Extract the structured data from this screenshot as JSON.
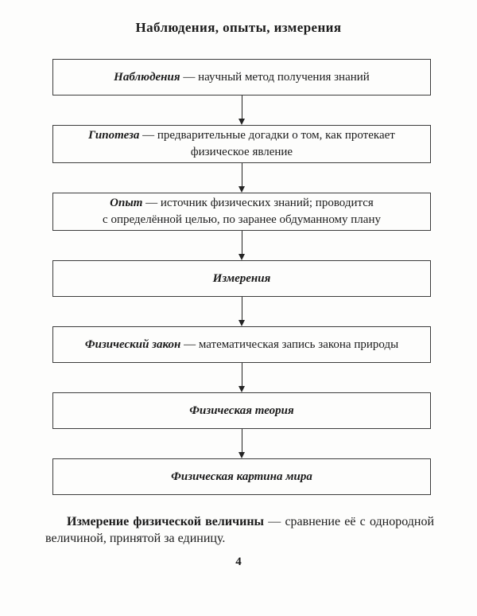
{
  "page": {
    "title": "Наблюдения, опыты, измерения",
    "page_number": "4"
  },
  "flowchart": {
    "boxes": [
      {
        "term": "Наблюдения",
        "definition": "— научный метод получения знаний"
      },
      {
        "term": "Гипотеза",
        "definition": "— предварительные догадки о том, как протекает\nфизическое явление"
      },
      {
        "term": "Опыт",
        "definition": "— источник физических знаний; проводится\nс определённой целью, по заранее обдуманному плану"
      },
      {
        "term": "Измерения",
        "definition": ""
      },
      {
        "term": "Физический закон",
        "definition": "— математическая запись закона природы"
      },
      {
        "term": "Физическая теория",
        "definition": ""
      },
      {
        "term": "Физическая картина мира",
        "definition": ""
      }
    ]
  },
  "footnote": {
    "lead": "Измерение физической величины",
    "rest": "— сравнение её с однород­ной величиной, принятой за единицу."
  }
}
